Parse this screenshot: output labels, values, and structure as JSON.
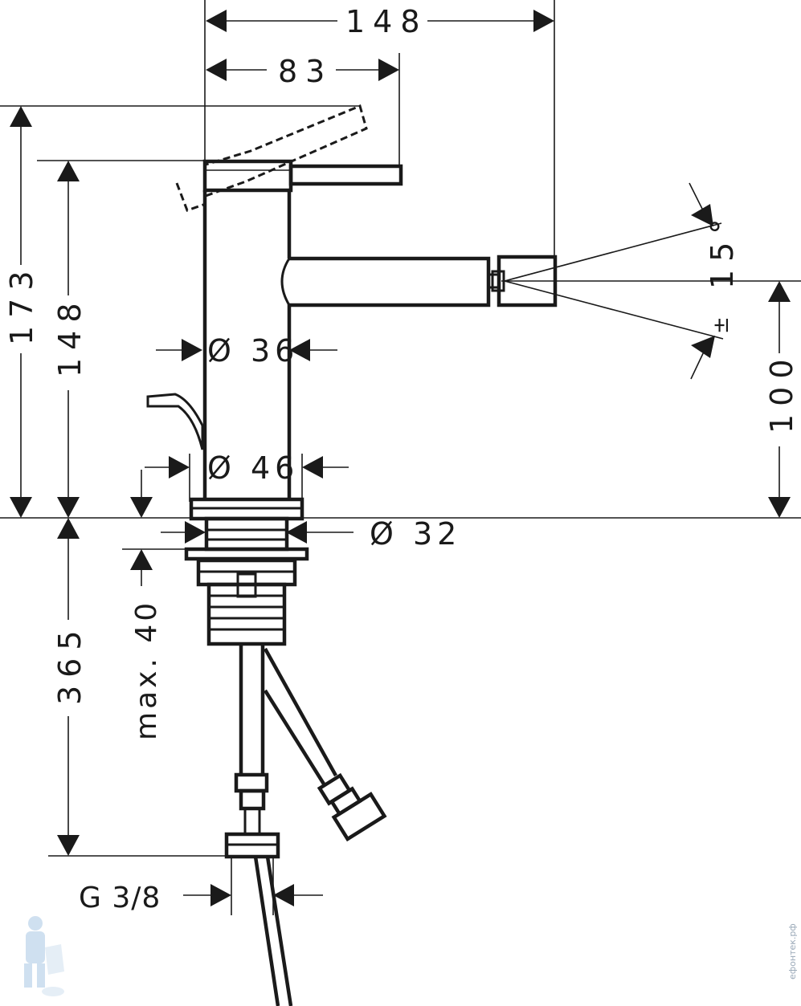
{
  "dimensions": {
    "width_total": "148",
    "width_handle": "83",
    "height_total": "173",
    "height_body": "148",
    "spout_angle": "15°",
    "spout_angle_tol": "±",
    "spout_height": "100",
    "dia_body": "Ø 36",
    "dia_base": "Ø 46",
    "dia_shank": "Ø 32",
    "below_depth": "365",
    "max_thickness": "max. 40",
    "connection": "G 3/8"
  },
  "watermark": {
    "text": "ефонтек.рф"
  },
  "colors": {
    "line": "#1a1a1a",
    "background": "#ffffff",
    "watermark": "#9aa9b8"
  }
}
